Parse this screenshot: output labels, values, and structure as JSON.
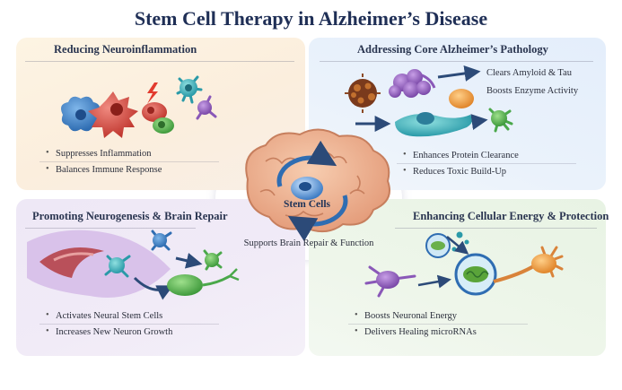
{
  "title": "Stem Cell Therapy in Alzheimer’s Disease",
  "center": {
    "label": "Stem Cells",
    "caption": "Supports Brain Repair & Function"
  },
  "panels": [
    {
      "title": "Reducing Neuroinflammation",
      "bullets": [
        "Suppresses Inflammation",
        "Balances Immune Response"
      ]
    },
    {
      "title": "Addressing Core Alzheimer’s Pathology",
      "callouts": [
        "Clears Amyloid & Tau",
        "Boosts Enzyme Activity"
      ],
      "bullets": [
        "Enhances Protein Clearance",
        "Reduces Toxic Build-Up"
      ]
    },
    {
      "title": "Promoting Neurogenesis & Brain Repair",
      "bullets": [
        "Activates Neural Stem Cells",
        "Increases New Neuron Growth"
      ]
    },
    {
      "title": "Enhancing Cellular Energy & Protection",
      "bullets": [
        "Boosts Neuronal Energy",
        "Delivers Healing microRNAs"
      ]
    }
  ]
}
